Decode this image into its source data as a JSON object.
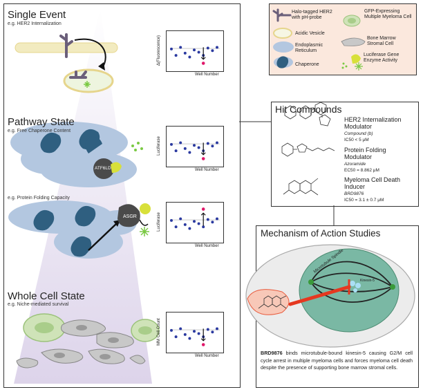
{
  "left_panel": {
    "sections": [
      {
        "title": "Single Event",
        "example": "e.g. HER2 Internalization"
      },
      {
        "title": "Pathway State",
        "example": "e.g. Free Chaperone Content"
      },
      {
        "title": "",
        "example": "e.g. Protein Folding Capacity"
      },
      {
        "title": "Whole Cell State",
        "example": "e.g. Niche-mediated survival"
      }
    ],
    "protein_labels": {
      "atf6ld": "ATF6LD",
      "asgr": "ASGR"
    }
  },
  "plots": [
    {
      "ylabel": "Δ(Fluorescence)",
      "xlabel": "Well Number",
      "arrow": "down"
    },
    {
      "ylabel": "Luciferase",
      "xlabel": "Well Number",
      "arrow": "down"
    },
    {
      "ylabel": "Luciferase",
      "xlabel": "Well Number",
      "arrow": "up"
    },
    {
      "ylabel": "MM Cell Count",
      "xlabel": "Well Number",
      "arrow": "down"
    }
  ],
  "legend": {
    "items": [
      {
        "label": "Halo-tagged HER2 with pH-probe"
      },
      {
        "label": "GFP-Expressing Multiple Myeloma Cell"
      },
      {
        "label": "Acidic Vesicle"
      },
      {
        "label": "Bone Marrow Stromal Cell"
      },
      {
        "label": "Endoplasmic Reticulum"
      },
      {
        "label": "Luciferase Gene Enzyme Activity"
      },
      {
        "label": "Chaperone"
      }
    ]
  },
  "hits": {
    "title": "Hit Compounds",
    "compounds": [
      {
        "name": "HER2 Internalization Modulator",
        "id": "Compound (b)",
        "value": "IC50 < 5 μM"
      },
      {
        "name": "Protein Folding Modulator",
        "id": "Azoramide",
        "value": "EC50 = 8.862 μM"
      },
      {
        "name": "Myeloma Cell Death Inducer",
        "id": "BRD9876",
        "value": "IC50 = 3.1 ± 0.7 μM"
      }
    ]
  },
  "moa": {
    "title": "Mechanism of Action Studies",
    "spindle_label": "Microtubule Spindle",
    "kinesin_label": "Kinesin-5",
    "caption_bold": "BRD9876",
    "caption_rest": " binds microtubule-bound kinesin-5 causing G2/M cell cycle arrest in multiple myeloma cells and forces myeloma cell death despite the presence of supporting bone marrow stromal cells."
  },
  "colors": {
    "er": "#b3c7e0",
    "chaperone": "#2f5f80",
    "vesicle": "#f2ebc0",
    "vesicle_border": "#e8d68a",
    "her2": "#6b5f7a",
    "mm_cell": "#cfe3b8",
    "stromal": "#c8c8c8",
    "luciferase": "#d8e03a",
    "spark": "#7ac943",
    "dot": "#2b3aa0",
    "hit_dot": "#e0186a",
    "legend_bg": "#fbe8dd",
    "nucleus": "#7ab8a4",
    "drug": "#e85a3c"
  }
}
